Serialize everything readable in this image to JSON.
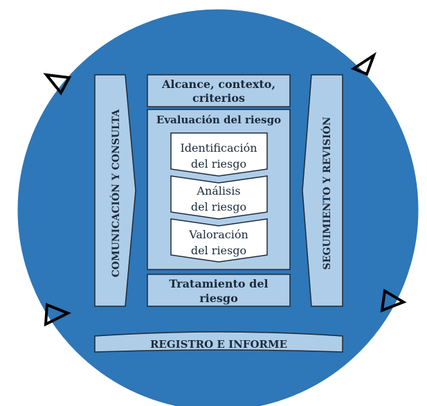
{
  "colors": {
    "circle": "#2e77b8",
    "circle_border": "#ffffff",
    "panel": "#aecde9",
    "panel_border": "#1f2a36",
    "inner_box": "#ffffff",
    "text": "#1b2a3a",
    "arrow_stroke": "#000000"
  },
  "blocks": {
    "scope": {
      "line1": "Alcance, contexto,",
      "line2": "criterios"
    },
    "assessment": {
      "title": "Evaluación del riesgo"
    },
    "identification": {
      "line1": "Identificación",
      "line2": "del riesgo"
    },
    "analysis": {
      "line1": "Análisis",
      "line2": "del riesgo"
    },
    "evaluation": {
      "line1": "Valoración",
      "line2": "del riesgo"
    },
    "treatment": {
      "line1": "Tratamiento del",
      "line2": "riesgo"
    },
    "communication": {
      "label": "COMUNICACIÓN Y CONSULTA"
    },
    "monitoring": {
      "label": "SEGUIMIENTO Y REVISIÓN"
    },
    "recording": {
      "label": "REGISTRO E INFORME"
    }
  }
}
